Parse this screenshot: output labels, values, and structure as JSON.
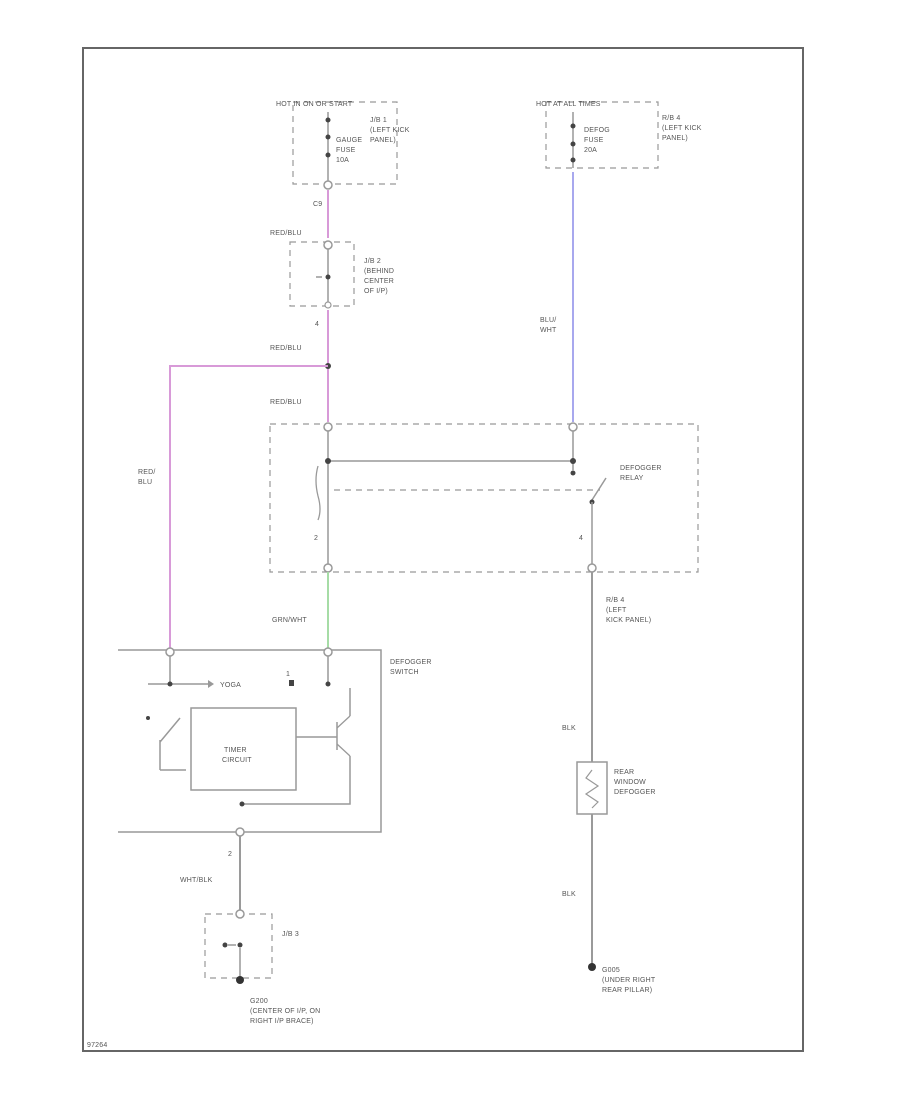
{
  "colors": {
    "border": "#666666",
    "wire_gray": "#9a9a9a",
    "wire_pink": "#d89ad8",
    "wire_violet": "#a8a8ee",
    "wire_green": "#a6dca6",
    "text": "#555555"
  },
  "labels": {
    "fuse_left_title": "HOT IN ON OR START",
    "fuse_left_box": [
      "J/B 1",
      "(LEFT KICK",
      "PANEL)"
    ],
    "fuse_left_fuse": [
      "GAUGE",
      "FUSE",
      "10A"
    ],
    "fuse_right_title": "HOT AT ALL TIMES",
    "fuse_right_box": [
      "R/B 4",
      "(LEFT KICK",
      "PANEL)"
    ],
    "fuse_right_fuse": [
      "DEFOG",
      "FUSE",
      "20A"
    ],
    "pin_c9": "C9",
    "wire_red_blu_1": "RED/BLU",
    "jb2_box": [
      "J/B 2",
      "(BEHIND",
      "CENTER",
      "OF I/P)"
    ],
    "pin_4": "4",
    "wire_red_blu_2": "RED/BLU",
    "wire_red_blu_3": "RED/BLU",
    "wire_blu_wht": [
      "BLU/",
      "WHT"
    ],
    "wire_red_blu_vert": [
      "RED/",
      "BLU"
    ],
    "relay_label": [
      "DEFOGGER",
      "RELAY"
    ],
    "relay_pin_2": "2",
    "relay_pin_4": "4",
    "rb4_lower": [
      "R/B 4",
      "(LEFT",
      "KICK PANEL)"
    ],
    "wire_grn_wht": "GRN/WHT",
    "switch_label": [
      "DEFOGGER",
      "SWITCH"
    ],
    "pin_1": "1",
    "ind_label": "YOGA",
    "timer_label": [
      "TIMER",
      "CIRCUIT"
    ],
    "wire_blk_1": "BLK",
    "rear_defogger": [
      "REAR",
      "WINDOW",
      "DEFOGGER"
    ],
    "wire_blk_2": "BLK",
    "ground_right": [
      "G005",
      "(UNDER RIGHT",
      "REAR PILLAR)"
    ],
    "pin_2_lower": "2",
    "wire_wht_blk": "WHT/BLK",
    "jb3_label": "J/B 3",
    "ground_left": [
      "G200",
      "(CENTER OF I/P, ON",
      "RIGHT I/P BRACE)"
    ],
    "figure_id": "97264"
  }
}
